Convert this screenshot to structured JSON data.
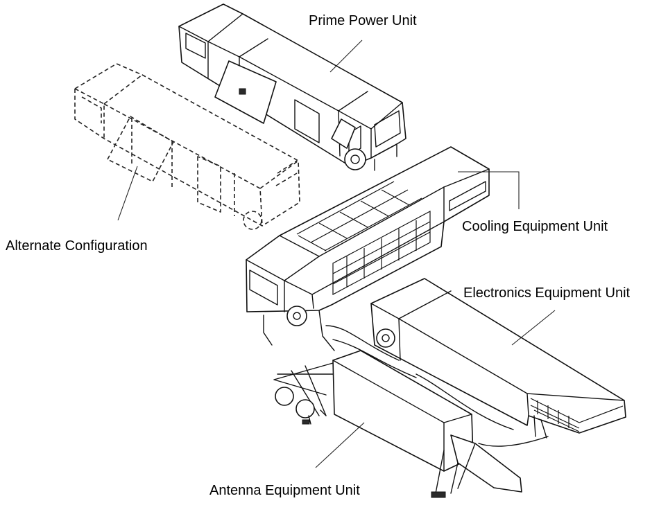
{
  "labels": {
    "prime_power": "Prime Power Unit",
    "alternate": "Alternate Configuration",
    "cooling": "Cooling Equipment Unit",
    "electronics": "Electronics Equipment Unit",
    "antenna": "Antenna Equipment Unit"
  }
}
